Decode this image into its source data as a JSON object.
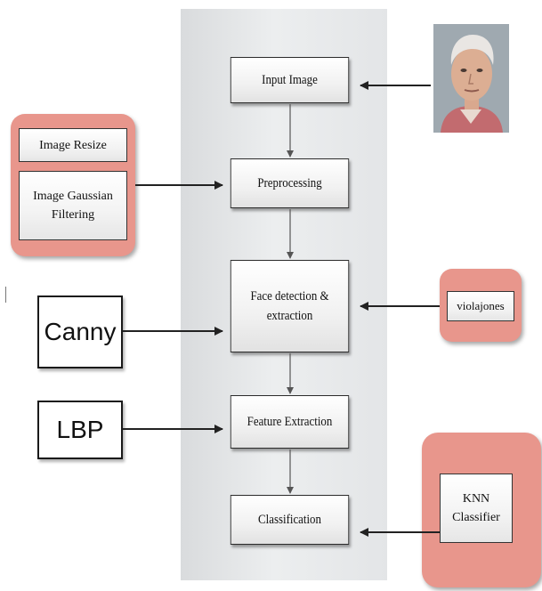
{
  "pipeline": {
    "input_image": "Input Image",
    "preprocessing": "Preprocessing",
    "face_detection": [
      "Face detection &",
      "extraction"
    ],
    "feature_extraction": "Feature Extraction",
    "classification": "Classification"
  },
  "preprocessing_steps": {
    "resize": "Image Resize",
    "gaussian": [
      "Image Gaussian",
      "Filtering"
    ]
  },
  "methods": {
    "canny": "Canny",
    "lbp": "LBP",
    "viola": "violajones",
    "knn": [
      "KNN",
      "Classifier"
    ]
  },
  "colors": {
    "salmon": "#e8968c",
    "panel": "#e6e8ea"
  }
}
